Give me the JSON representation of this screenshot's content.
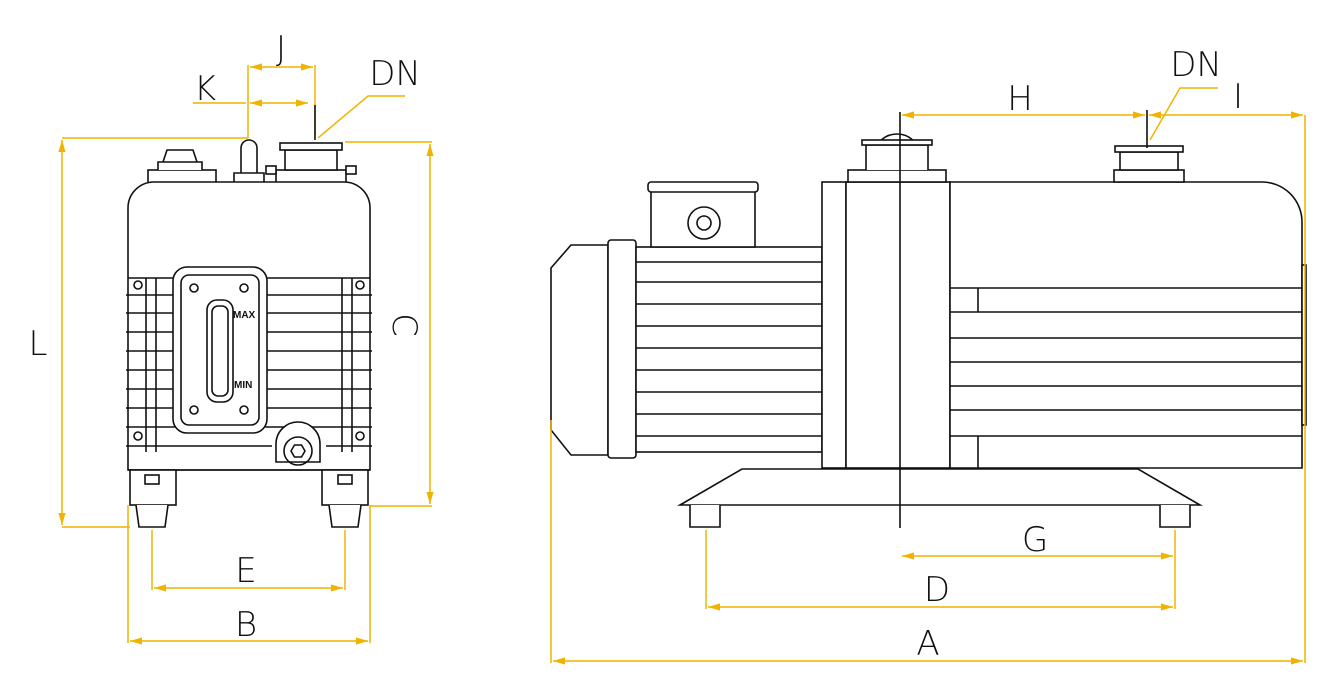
{
  "title": "Rotary vane vacuum pump dimension drawing",
  "colors": {
    "dimension": "#f0b400",
    "outline": "#111111"
  },
  "front_view": {
    "labels": {
      "L": "L",
      "C": "C",
      "E": "E",
      "B": "B",
      "J": "J",
      "K": "K",
      "DN": "DN"
    },
    "sight_glass": {
      "max": "MAX",
      "min": "MIN"
    }
  },
  "side_view": {
    "labels": {
      "A": "A",
      "D": "D",
      "G": "G",
      "H": "H",
      "I": "I",
      "DN": "DN"
    }
  }
}
